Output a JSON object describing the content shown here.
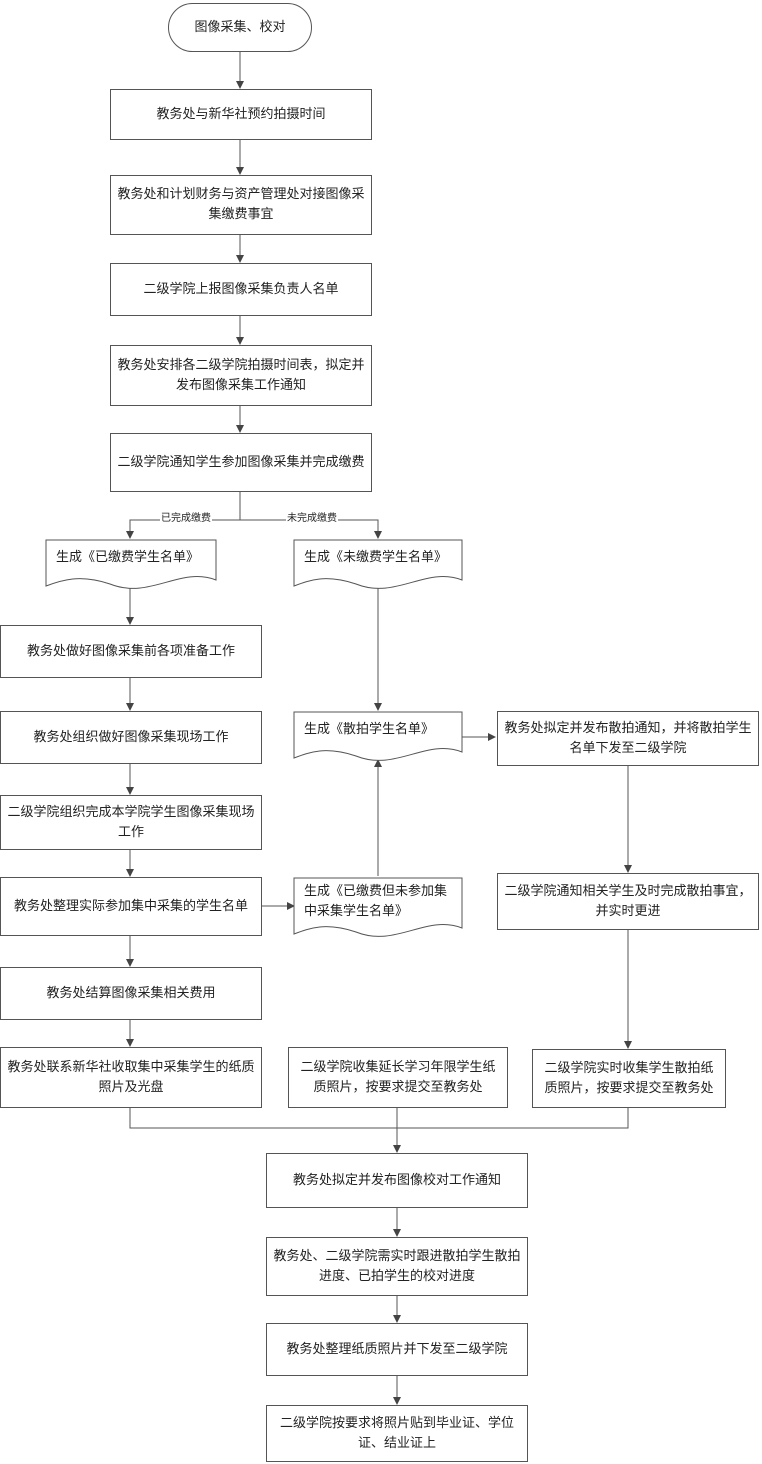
{
  "nodes": {
    "start": "图像采集、校对",
    "n1": "教务处与新华社预约拍摄时间",
    "n2": "教务处和计划财务与资产管理处对接图像采集缴费事宜",
    "n3": "二级学院上报图像采集负责人名单",
    "n4": "教务处安排各二级学院拍摄时间表，拟定并发布图像采集工作通知",
    "n5": "二级学院通知学生参加图像采集并完成缴费",
    "doc_paid": "生成《已缴费学生名单》",
    "doc_unpaid": "生成《未缴费学生名单》",
    "l1": "教务处做好图像采集前各项准备工作",
    "l2": "教务处组织做好图像采集现场工作",
    "l3": "二级学院组织完成本学院学生图像采集现场工作",
    "l4": "教务处整理实际参加集中采集的学生名单",
    "l5": "教务处结算图像采集相关费用",
    "l6": "教务处联系新华社收取集中采集学生的纸质照片及光盘",
    "doc_scatter": "生成《散拍学生名单》",
    "doc_absent": "生成《已缴费但未参加集中采集学生名单》",
    "m1": "二级学院收集延长学习年限学生纸质照片，按要求提交至教务处",
    "r1": "教务处拟定并发布散拍通知，并将散拍学生名单下发至二级学院",
    "r2": "二级学院通知相关学生及时完成散拍事宜，并实时更进",
    "r3": "二级学院实时收集学生散拍纸质照片，按要求提交至教务处",
    "b1": "教务处拟定并发布图像校对工作通知",
    "b2": "教务处、二级学院需实时跟进散拍学生散拍进度、已拍学生的校对进度",
    "b3": "教务处整理纸质照片并下发至二级学院",
    "b4": "二级学院按要求将照片贴到毕业证、学位证、结业证上"
  },
  "edge_labels": {
    "paid": "已完成缴费",
    "unpaid": "未完成缴费"
  },
  "colors": {
    "line": "#555555",
    "box_border": "#555555"
  }
}
